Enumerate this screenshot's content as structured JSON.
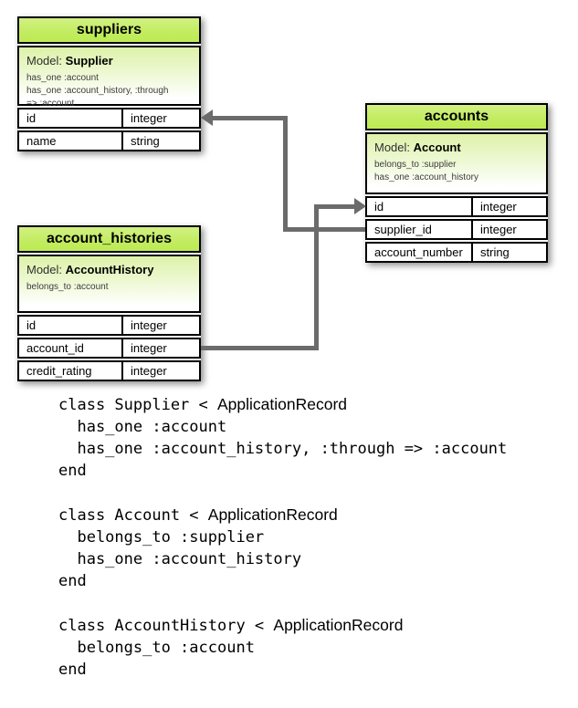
{
  "diagram": {
    "tables": {
      "suppliers": {
        "title": "suppliers",
        "model_label": "Model:",
        "model_name": "Supplier",
        "associations": [
          "has_one :account",
          "has_one :account_history, :through",
          "=> :account"
        ],
        "fields": [
          {
            "name": "id",
            "type": "integer"
          },
          {
            "name": "name",
            "type": "string"
          }
        ]
      },
      "accounts": {
        "title": "accounts",
        "model_label": "Model:",
        "model_name": "Account",
        "associations": [
          "belongs_to :supplier",
          "has_one :account_history"
        ],
        "fields": [
          {
            "name": "id",
            "type": "integer"
          },
          {
            "name": "supplier_id",
            "type": "integer"
          },
          {
            "name": "account_number",
            "type": "string"
          }
        ]
      },
      "account_histories": {
        "title": "account_histories",
        "model_label": "Model:",
        "model_name": "AccountHistory",
        "associations": [
          "belongs_to :account"
        ],
        "fields": [
          {
            "name": "id",
            "type": "integer"
          },
          {
            "name": "account_id",
            "type": "integer"
          },
          {
            "name": "credit_rating",
            "type": "integer"
          }
        ]
      }
    },
    "arrows": [
      {
        "from": "accounts.supplier_id",
        "to": "suppliers.id"
      },
      {
        "from": "account_histories.account_id",
        "to": "accounts.id"
      }
    ]
  },
  "code": {
    "blocks": [
      {
        "class_line_mono": "class Supplier < ",
        "class_line_sans": "ApplicationRecord",
        "body": [
          "  has_one :account",
          "  has_one :account_history, :through => :account"
        ],
        "end_line": "end"
      },
      {
        "class_line_mono": "class Account < ",
        "class_line_sans": "ApplicationRecord",
        "body": [
          "  belongs_to :supplier",
          "  has_one :account_history"
        ],
        "end_line": "end"
      },
      {
        "class_line_mono": "class AccountHistory < ",
        "class_line_sans": "ApplicationRecord",
        "body": [
          "  belongs_to :account"
        ],
        "end_line": "end"
      }
    ]
  },
  "colors": {
    "header_green": "#c2ec5f",
    "model_green_top": "#def2a9",
    "arrow_gray": "#6b6b6b",
    "border": "#000000",
    "background": "#ffffff"
  }
}
